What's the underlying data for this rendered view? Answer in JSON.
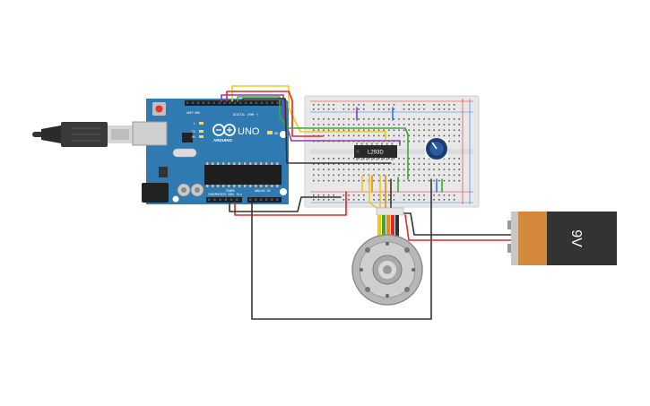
{
  "arduino": {
    "model": "UNO",
    "brand": "ARDUINO",
    "digital_label": "DIGITAL (PWM ~)",
    "power_label": "POWER",
    "analog_label": "ANALOG IN",
    "aref": "AREF",
    "gnd": "GND",
    "tx": "TX",
    "rx": "RX",
    "l": "L",
    "on": "ON",
    "ioref": "IOREF",
    "reset": "RESET",
    "v33": "3.3V",
    "v5": "5V",
    "vin": "Vin"
  },
  "driver_chip": {
    "label": "L293D"
  },
  "battery": {
    "label": "9V"
  },
  "colors": {
    "board": "#2f7bb1",
    "breadboard": "#e8e8e8",
    "battery_orange": "#d4883b",
    "battery_dark": "#333333",
    "wire_red": "#e2262a",
    "wire_yellow": "#f2c811",
    "wire_green": "#3aaa35",
    "wire_purple": "#8e3ab5",
    "wire_dark": "#333333",
    "wire_orange": "#e88a1a",
    "wire_blue": "#2a7de1"
  }
}
